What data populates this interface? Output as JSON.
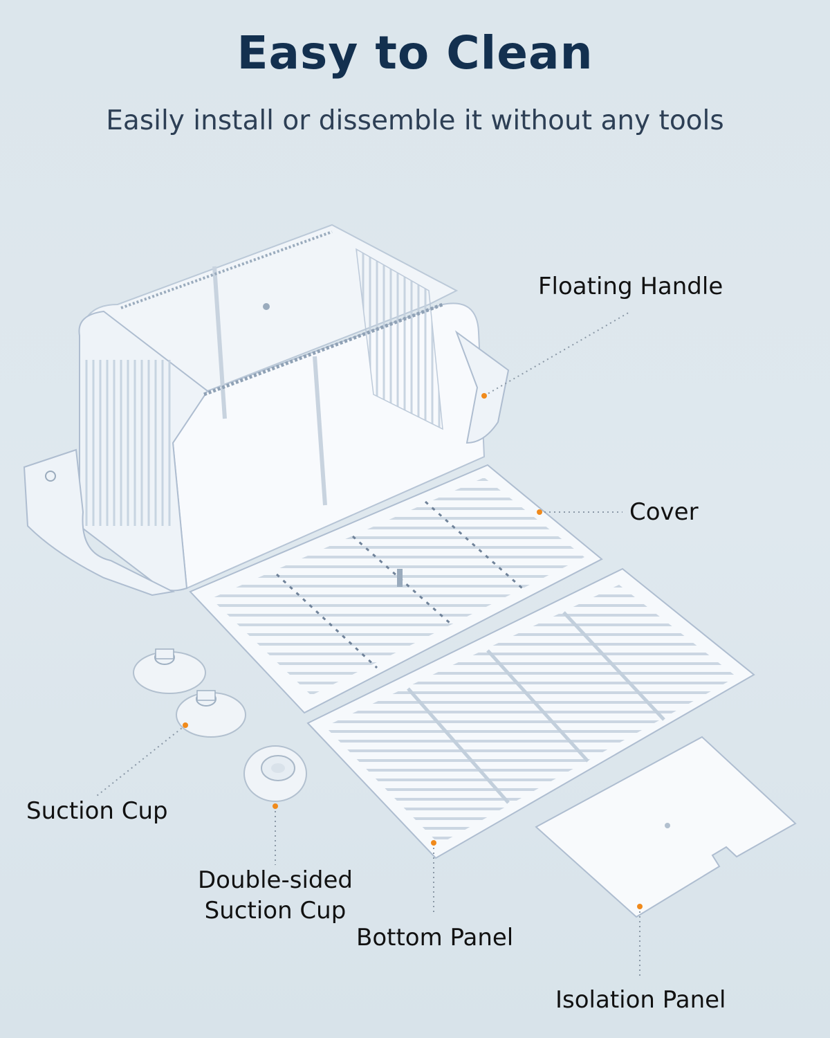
{
  "header": {
    "title": "Easy to Clean",
    "subtitle": "Easily install or dissemble it without any tools"
  },
  "labels": {
    "floating_handle": "Floating Handle",
    "cover": "Cover",
    "suction_cup": "Suction Cup",
    "double_sided_line1": "Double-sided",
    "double_sided_line2": "Suction Cup",
    "bottom_panel": "Bottom Panel",
    "isolation_panel": "Isolation Panel"
  },
  "colors": {
    "title": "#13304f",
    "subtitle": "#2d3f55",
    "label": "#111111",
    "dot": "#f08a1c",
    "leader": "#8a98a6",
    "plastic_edge": "#aebdd0",
    "plastic_fill": "#f6f9fc"
  }
}
